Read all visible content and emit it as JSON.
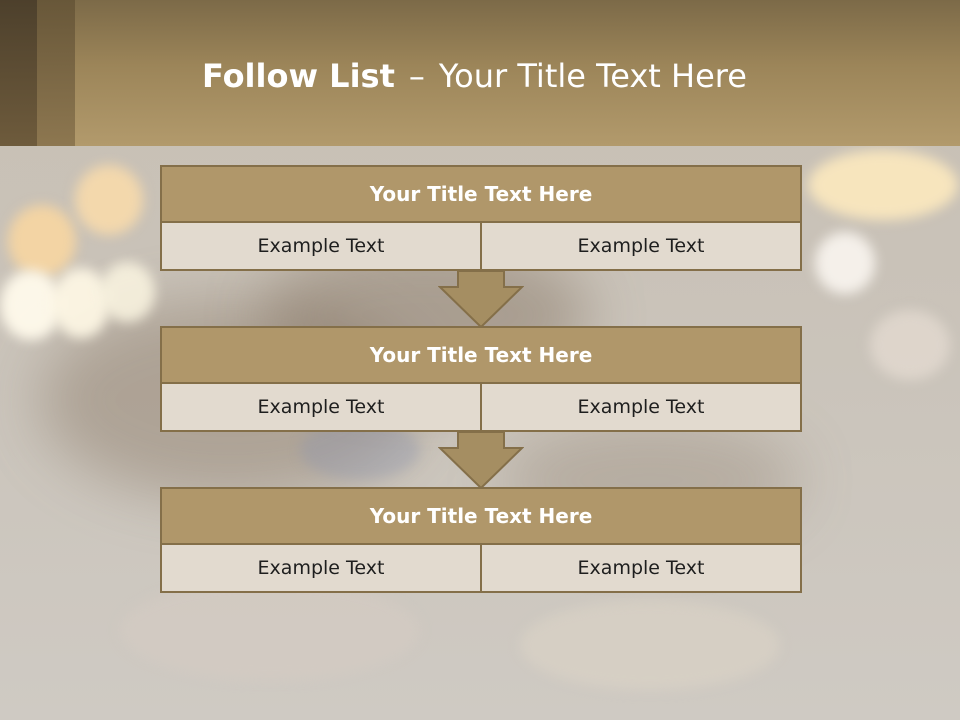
{
  "slide": {
    "title_bold": "Follow List",
    "title_separator": "–",
    "title_rest": "Your Title Text Here"
  },
  "steps": [
    {
      "title": "Your Title Text Here",
      "left": "Example Text",
      "right": "Example Text"
    },
    {
      "title": "Your Title Text Here",
      "left": "Example Text",
      "right": "Example Text"
    },
    {
      "title": "Your Title Text Here",
      "left": "Example Text",
      "right": "Example Text"
    }
  ],
  "colors": {
    "header_accent": "#a58e62",
    "box_title_fill": "#b0976a",
    "box_cell_fill": "#e2dacf",
    "box_border": "#846f49"
  }
}
